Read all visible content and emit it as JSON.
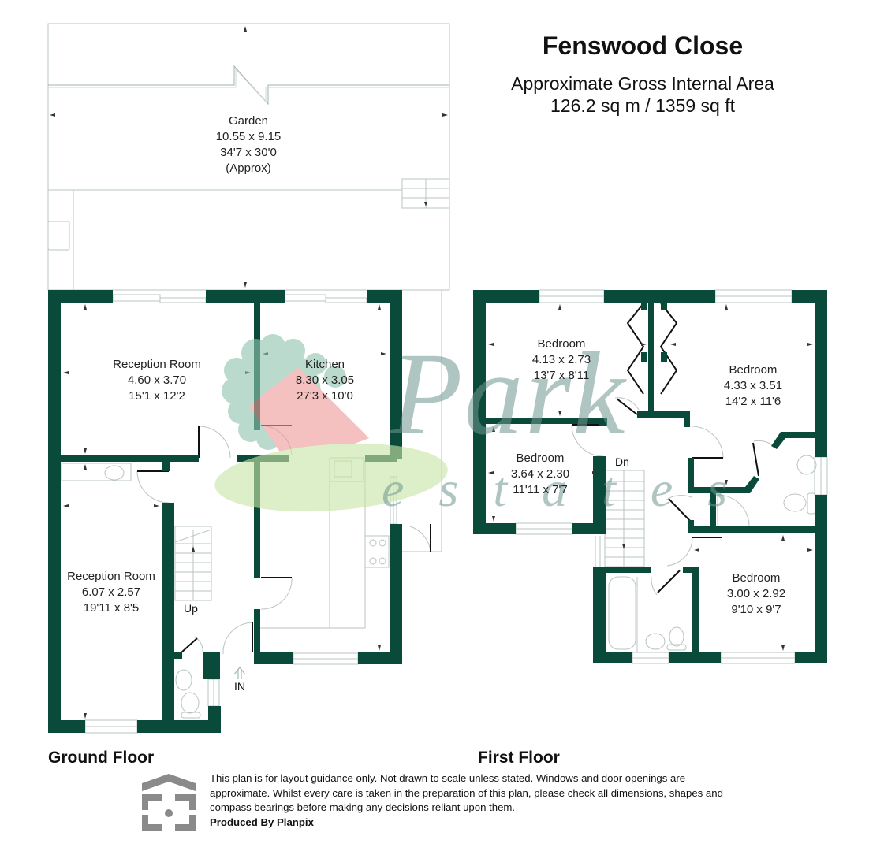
{
  "header": {
    "title": "Fenswood Close",
    "area_label": "Approximate Gross Internal Area",
    "area_value": "126.2 sq m / 1359 sq ft"
  },
  "colors": {
    "wall": "#0a4a3a",
    "thin_line": "#b9c4c2",
    "watermark_tree": "#8fc4ad",
    "watermark_roof": "#ee9a9a",
    "watermark_leaf": "#c9e6a8",
    "watermark_text": "#6f9690"
  },
  "ground_floor": {
    "label": "Ground Floor",
    "rooms": [
      {
        "name": "Garden",
        "metric": "10.55 x 9.15",
        "imperial": "34'7 x 30'0",
        "note": "(Approx)"
      },
      {
        "name": "Reception Room",
        "metric": "4.60 x 3.70",
        "imperial": "15'1 x 12'2"
      },
      {
        "name": "Kitchen",
        "metric": "8.30 x 3.05",
        "imperial": "27'3 x 10'0"
      },
      {
        "name": "Reception Room",
        "metric": "6.07 x 2.57",
        "imperial": "19'11 x 8'5"
      }
    ],
    "stairs_label": "Up",
    "entrance_label": "IN"
  },
  "first_floor": {
    "label": "First Floor",
    "rooms": [
      {
        "name": "Bedroom",
        "metric": "4.13 x 2.73",
        "imperial": "13'7 x 8'11"
      },
      {
        "name": "Bedroom",
        "metric": "4.33 x 3.51",
        "imperial": "14'2 x 11'6"
      },
      {
        "name": "Bedroom",
        "metric": "3.64 x 2.30",
        "imperial": "11'11 x 7'7"
      },
      {
        "name": "Bedroom",
        "metric": "3.00 x 2.92",
        "imperial": "9'10 x 9'7"
      }
    ],
    "stairs_label": "Dn"
  },
  "watermark": {
    "brand_main": "Park",
    "brand_sub": "e s t a t e s"
  },
  "footer": {
    "disclaimer": "This plan is for layout guidance only. Not drawn to scale unless stated. Windows and door openings are approximate. Whilst every care is taken in the preparation of this plan, please check all dimensions, shapes and compass bearings before making any decisions reliant upon them.",
    "produced_by": "Produced By Planpix",
    "logo_icon": "planpix-house-icon"
  }
}
